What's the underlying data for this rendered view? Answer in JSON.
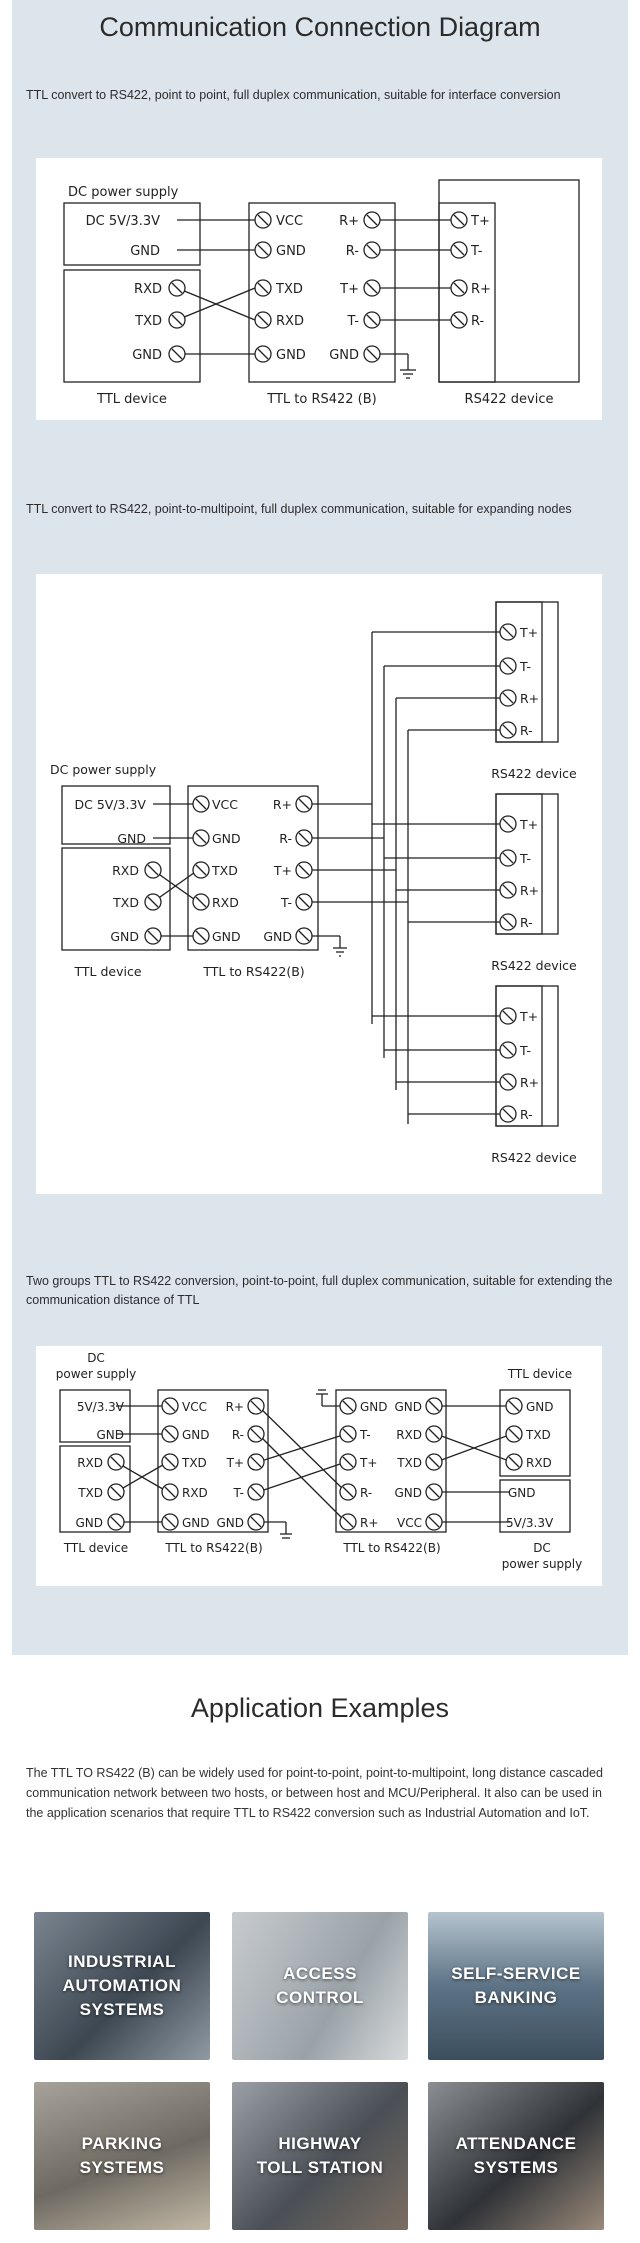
{
  "section1": {
    "title": "Communication Connection Diagram",
    "diagrams": [
      {
        "caption": "TTL convert to RS422, point to point, full duplex communication, suitable for interface conversion"
      },
      {
        "caption": "TTL convert to RS422, point-to-multipoint, full duplex communication, suitable for expanding nodes"
      },
      {
        "caption": "Two groups TTL to RS422 conversion, point-to-point, full duplex communication, suitable for extending the communication distance of TTL"
      }
    ]
  },
  "labels": {
    "dc_power_supply": "DC power supply",
    "dc": "DC",
    "power_supply": "power supply",
    "dc_5v_3v3": "DC 5V/3.3V",
    "v5_3v3": "5V/3.3V",
    "gnd": "GND",
    "rxd": "RXD",
    "txd": "TXD",
    "vcc": "VCC",
    "r_plus": "R+",
    "r_minus": "R-",
    "t_plus": "T+",
    "t_minus": "T-",
    "ttl_device": "TTL device",
    "ttl_to_rs422_b_spaced": "TTL to RS422 (B)",
    "ttl_to_rs422_b": "TTL to RS422(B)",
    "rs422_device": "RS422 device"
  },
  "section2": {
    "title": "Application Examples",
    "description": "The TTL TO RS422 (B) can be widely used for point-to-point, point-to-multipoint, long distance cascaded communication network between two hosts, or between host and MCU/Peripheral. It also can be used in the application scenarios that require TTL to RS422 conversion such as Industrial Automation and IoT.",
    "tiles": [
      {
        "label": "INDUSTRIAL AUTOMATION SYSTEMS",
        "line1": "INDUSTRIAL",
        "line2": "AUTOMATION",
        "line3": "SYSTEMS"
      },
      {
        "label": "ACCESS CONTROL",
        "line1": "ACCESS",
        "line2": "CONTROL"
      },
      {
        "label": "SELF-SERVICE BANKING",
        "line1": "SELF-SERVICE",
        "line2": "BANKING"
      },
      {
        "label": "PARKING SYSTEMS",
        "line1": "PARKING",
        "line2": "SYSTEMS"
      },
      {
        "label": "HIGHWAY TOLL STATION",
        "line1": "HIGHWAY",
        "line2": "TOLL STATION"
      },
      {
        "label": "ATTENDANCE SYSTEMS",
        "line1": "ATTENDANCE",
        "line2": "SYSTEMS"
      }
    ]
  },
  "colors": {
    "panel_bg": "#dde5ec",
    "card_bg": "#ffffff",
    "line": "#222222"
  }
}
